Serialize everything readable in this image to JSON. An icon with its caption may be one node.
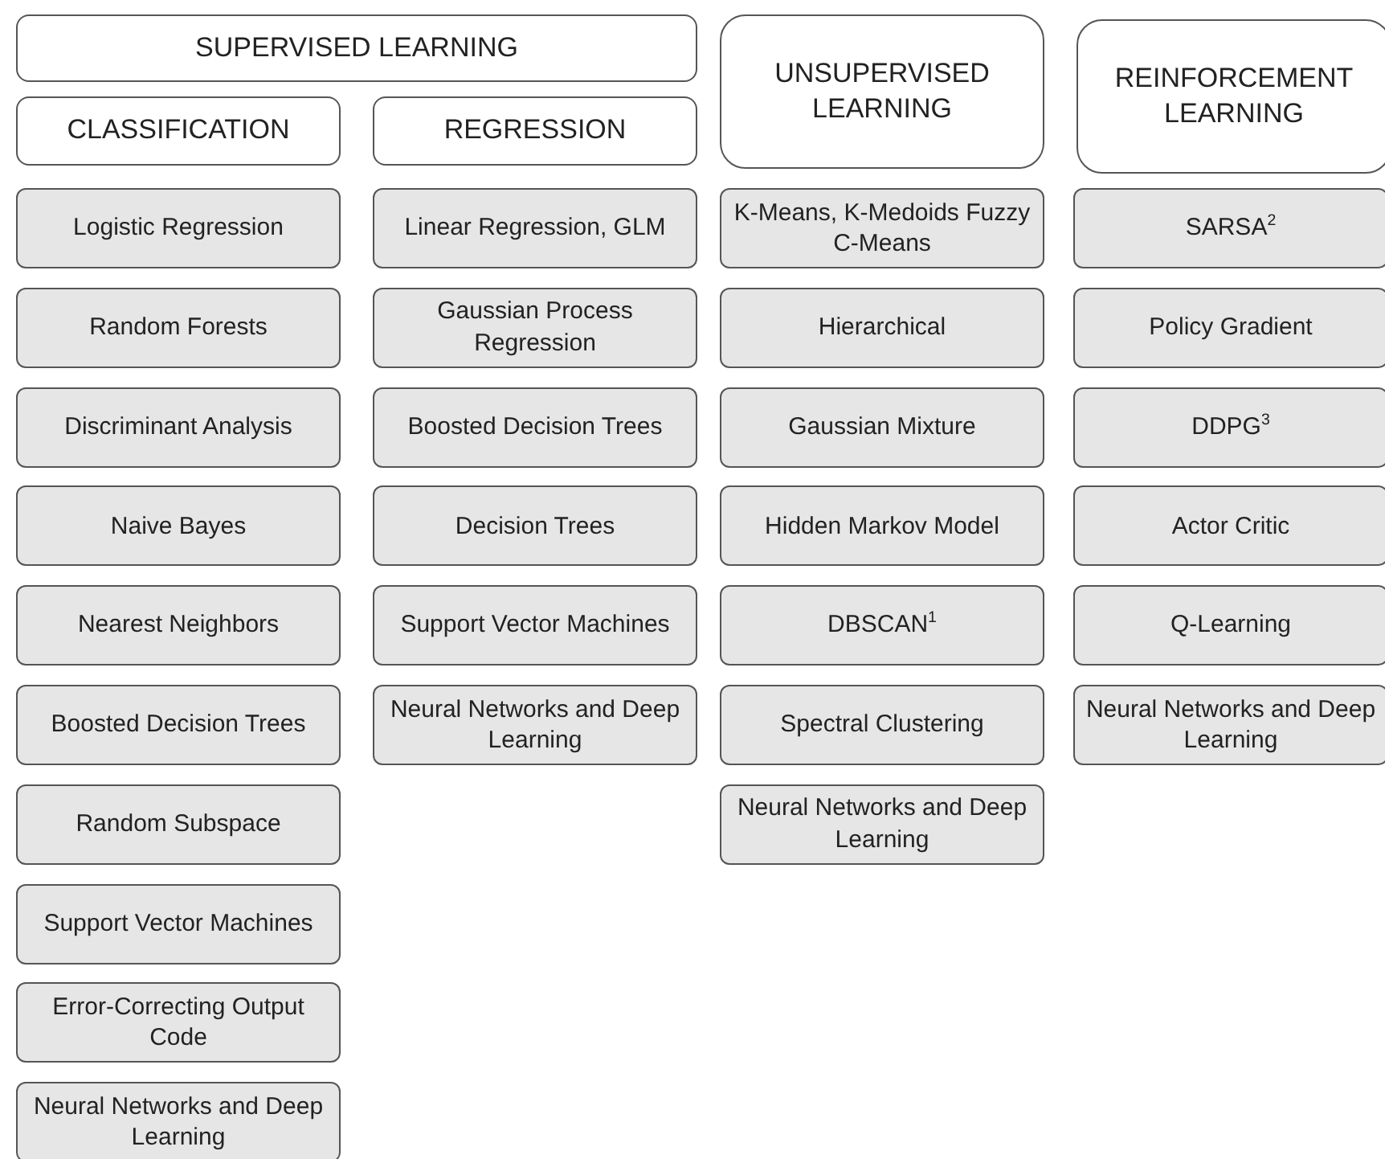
{
  "diagram": {
    "nodes": [
      {
        "text": [
          "SUPERVISED LEARNING"
        ]
      },
      {
        "text": [
          "UNSUPERVISED LEARNING"
        ]
      },
      {
        "text": [
          "REINFORCEMENT LEARNING"
        ]
      },
      {
        "text": [
          "CLASSIFICATION"
        ]
      },
      {
        "text": [
          "REGRESSION"
        ]
      },
      {
        "text": [
          "Logistic Regression"
        ]
      },
      {
        "text": [
          "Random Forests"
        ]
      },
      {
        "text": [
          "Discriminant Analysis"
        ]
      },
      {
        "text": [
          "Naive Bayes"
        ]
      },
      {
        "text": [
          "Nearest Neighbors"
        ]
      },
      {
        "text": [
          "Boosted Decision Trees"
        ]
      },
      {
        "text": [
          "Random Subspace"
        ]
      },
      {
        "text": [
          "Support Vector Machines"
        ]
      },
      {
        "text": [
          "Error-Correcting Output Code"
        ]
      },
      {
        "text": [
          "Neural Networks and Deep Learning"
        ]
      },
      {
        "text": [
          "Linear Regression, GLM"
        ]
      },
      {
        "text": [
          "Gaussian Process Regression"
        ]
      },
      {
        "text": [
          "Boosted Decision Trees"
        ]
      },
      {
        "text": [
          "Decision Trees"
        ]
      },
      {
        "text": [
          "Support Vector Machines"
        ]
      },
      {
        "text": [
          "Neural Networks and Deep Learning"
        ]
      },
      {
        "text": [
          "K-Means, K-Medoids Fuzzy C-Means"
        ]
      },
      {
        "text": [
          "Hierarchical"
        ]
      },
      {
        "text": [
          "Gaussian Mixture"
        ]
      },
      {
        "text": [
          "Hidden Markov Model"
        ]
      },
      {
        "text": [
          "DBSCAN$^{1}$"
        ]
      },
      {
        "text": [
          "Spectral Clustering"
        ]
      },
      {
        "text": [
          "Neural Networks and Deep Learning"
        ]
      },
      {
        "text": [
          "SARSA$^{2}$"
        ]
      },
      {
        "text": [
          "Policy Gradient"
        ]
      },
      {
        "text": [
          "DDPG$^{3}$"
        ]
      },
      {
        "text": [
          "Actor Critic"
        ]
      },
      {
        "text": [
          "Q-Learning"
        ]
      },
      {
        "text": [
          "Neural Networks and Deep Learning"
        ]
      }
    ]
  }
}
